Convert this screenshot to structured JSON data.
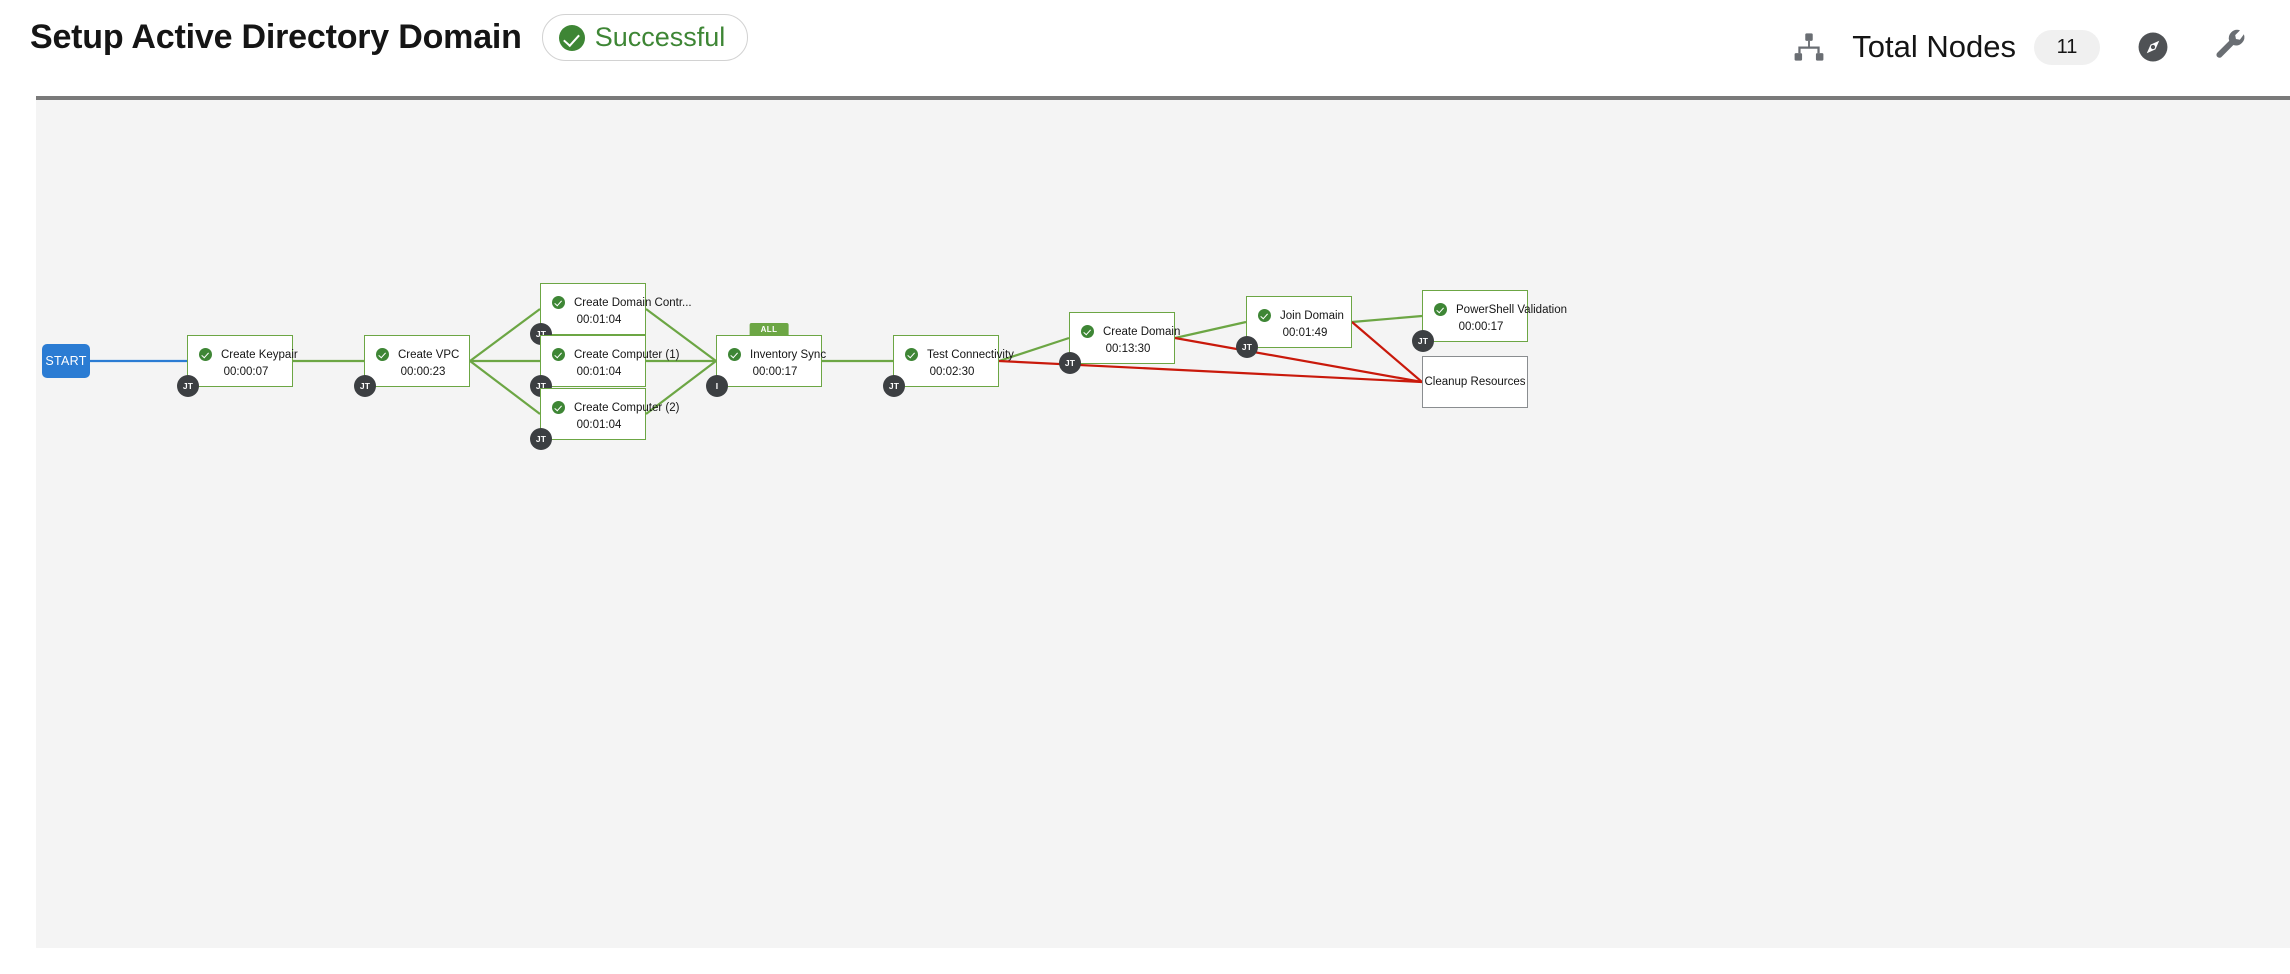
{
  "header": {
    "title": "Setup Active Directory Domain",
    "status": {
      "label": "Successful",
      "icon": "check-circle-icon",
      "color": "#3e8635"
    },
    "total_nodes_label": "Total Nodes",
    "total_nodes_count": "11",
    "icons": {
      "sitemap": "sitemap-icon",
      "compass": "compass-icon",
      "wrench": "wrench-icon"
    }
  },
  "canvas": {
    "background": "#f4f4f4",
    "edge_colors": {
      "success": "#6ca644",
      "failure": "#c9190b",
      "start": "#2b7cd3"
    },
    "start_node": {
      "label": "START"
    },
    "nodes": [
      {
        "id": "create-keypair",
        "title": "Create Keypair",
        "elapsed": "00:00:07",
        "badge": "JT",
        "status": "successful"
      },
      {
        "id": "create-vpc",
        "title": "Create VPC",
        "elapsed": "00:00:23",
        "badge": "JT",
        "status": "successful"
      },
      {
        "id": "create-domain-controller",
        "title": "Create Domain Contr...",
        "elapsed": "00:01:04",
        "badge": "JT",
        "status": "successful"
      },
      {
        "id": "create-computer-1",
        "title": "Create Computer (1)",
        "elapsed": "00:01:04",
        "badge": "JT",
        "status": "successful"
      },
      {
        "id": "create-computer-2",
        "title": "Create Computer (2)",
        "elapsed": "00:01:04",
        "badge": "JT",
        "status": "successful"
      },
      {
        "id": "inventory-sync",
        "title": "Inventory Sync",
        "elapsed": "00:00:17",
        "badge": "I",
        "status": "successful",
        "tag": "ALL"
      },
      {
        "id": "test-connectivity",
        "title": "Test Connectivity",
        "elapsed": "00:02:30",
        "badge": "JT",
        "status": "successful"
      },
      {
        "id": "create-domain",
        "title": "Create Domain",
        "elapsed": "00:13:30",
        "badge": "JT",
        "status": "successful"
      },
      {
        "id": "join-domain",
        "title": "Join Domain",
        "elapsed": "00:01:49",
        "badge": "JT",
        "status": "successful"
      },
      {
        "id": "powershell-validation",
        "title": "PowerShell Validation",
        "elapsed": "00:00:17",
        "badge": "JT",
        "status": "successful"
      },
      {
        "id": "cleanup-resources",
        "title": "Cleanup Resources",
        "elapsed": "",
        "badge": "",
        "status": "pending"
      }
    ]
  }
}
